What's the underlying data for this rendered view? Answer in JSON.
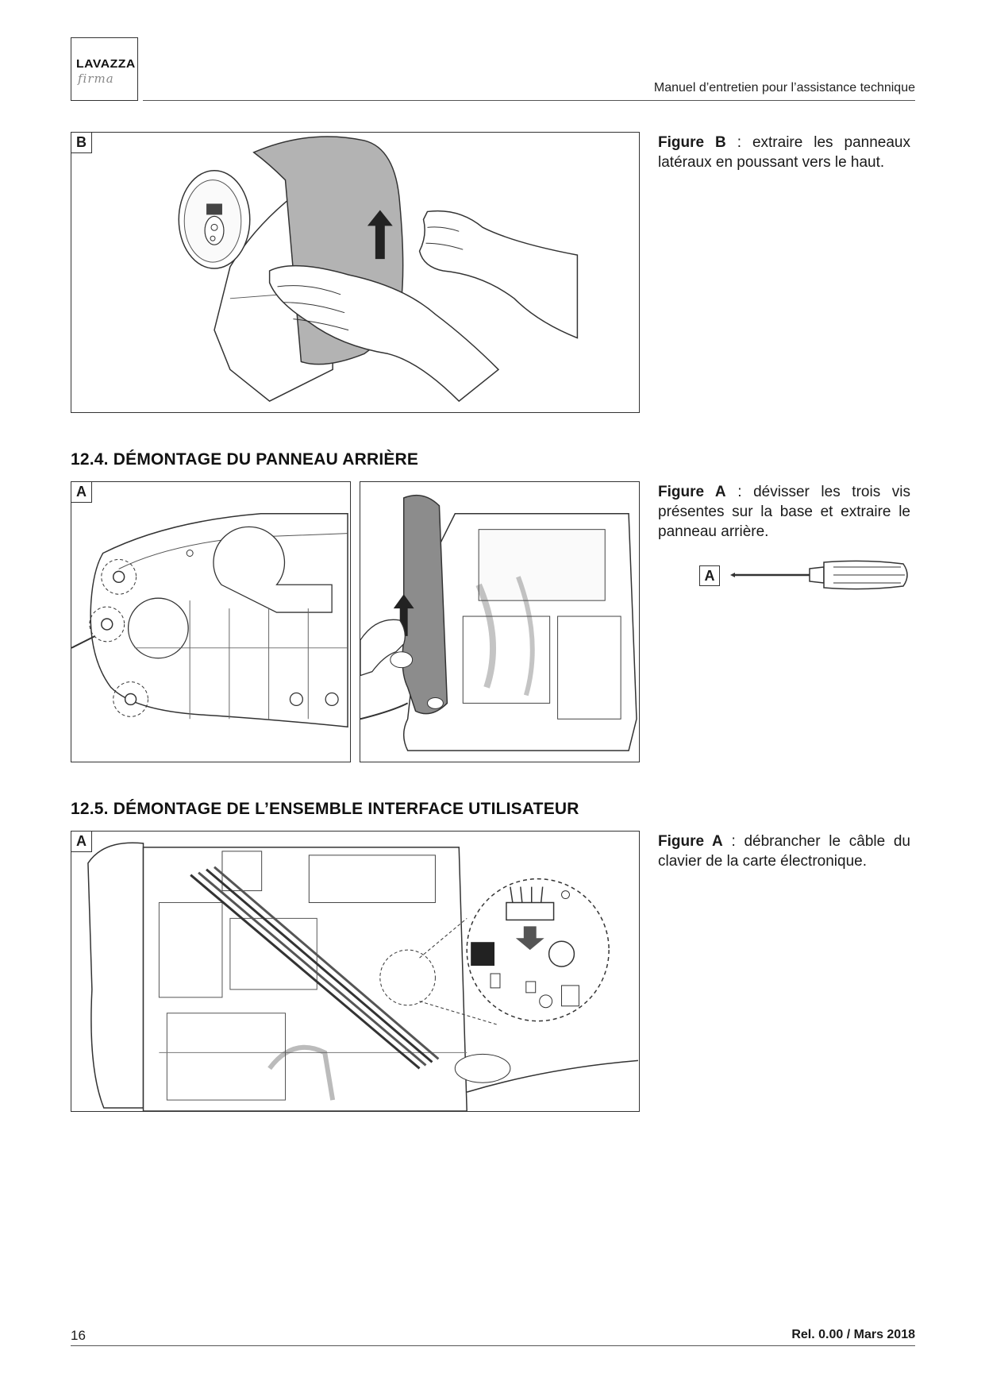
{
  "header": {
    "logo_main": "LAVAZZA",
    "logo_sub": "firma",
    "title": "Manuel d’entretien pour l’assistance technique"
  },
  "figure_b": {
    "tag": "B",
    "caption_label": "Figure B",
    "caption_text": " : extraire les panneaux latéraux en poussant vers le haut."
  },
  "section_12_4": {
    "title": "12.4. DÉMONTAGE DU PANNEAU ARRIÈRE",
    "figure_tag": "A",
    "caption_label": "Figure A",
    "caption_text": " : dévisser les trois vis présentes sur la base et extraire le panneau arrière.",
    "tool_tag": "A"
  },
  "section_12_5": {
    "title": "12.5. DÉMONTAGE DE L’ENSEMBLE INTERFACE UTILISATEUR",
    "figure_tag": "A",
    "caption_label": "Figure A",
    "caption_text": " : débrancher le câble du clavier de la carte électronique."
  },
  "footer": {
    "page_number": "16",
    "release": "Rel. 0.00 / Mars 2018"
  }
}
